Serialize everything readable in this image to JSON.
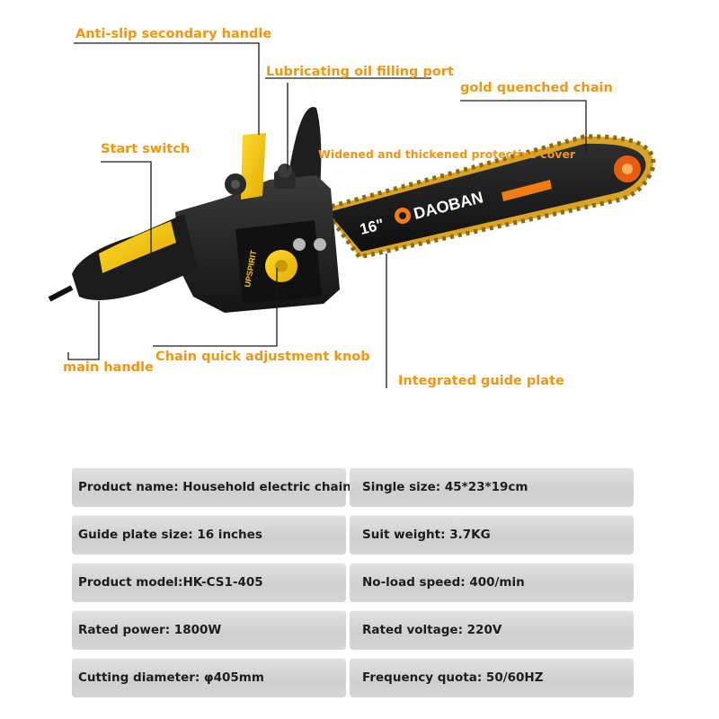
{
  "callouts": {
    "anti_slip_handle": "Anti-slip secondary handle",
    "oil_port": "Lubricating oil filling port",
    "chain": "gold quenched chain",
    "cover": "Widened and thickened protective cover",
    "start_switch": "Start switch",
    "adjust_knob": "Chain quick adjustment knob",
    "main_handle": "main handle",
    "guide_plate": "Integrated guide plate"
  },
  "product_markings": {
    "bar_size": "16\"",
    "bar_brand": "DAOBAN",
    "body_brand": "UPSPIRIT"
  },
  "specs": [
    {
      "left": "Product name: Household electric chain saw",
      "right": "Single size: 45*23*19cm"
    },
    {
      "left": "Guide plate size: 16 inches",
      "right": "Suit weight: 3.7KG"
    },
    {
      "left": "Product model:HK-CS1-405",
      "right": "No-load speed: 400/min"
    },
    {
      "left": "Rated power: 1800W",
      "right": "Rated voltage: 220V"
    },
    {
      "left": "Cutting diameter: φ405mm",
      "right": "Frequency quota: 50/60HZ"
    }
  ],
  "colors": {
    "callout": "#f0960f",
    "body_yellow": "#f5c400",
    "body_black": "#1e1e1e",
    "chain_gold": "#d7a224",
    "bar_accent": "#f07d10"
  }
}
